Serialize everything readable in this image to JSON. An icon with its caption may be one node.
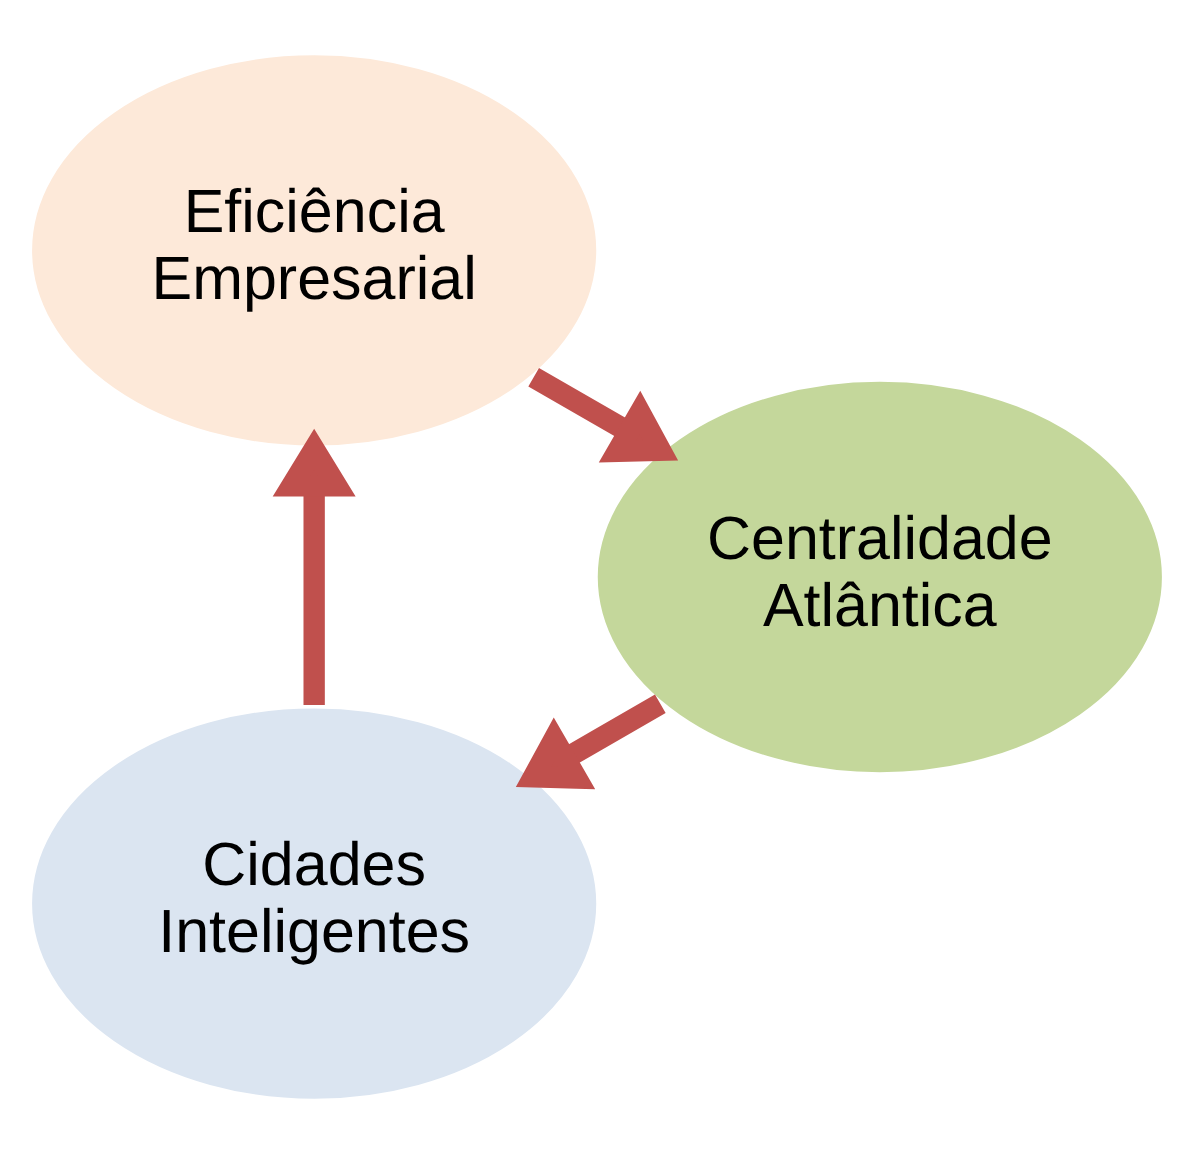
{
  "diagram": {
    "nodes": [
      {
        "text": [
          "Cidades Inteligentes"
        ]
      },
      {
        "text": [
          "Eficiência Empresarial"
        ]
      },
      {
        "text": [
          "Centralidade Atlântica"
        ]
      }
    ],
    "edges": [
      {
        "from": 0,
        "to": 1,
        "arrow": "to"
      },
      {
        "from": 1,
        "to": 2,
        "arrow": "to"
      },
      {
        "from": 2,
        "to": 0,
        "arrow": "to"
      }
    ]
  }
}
